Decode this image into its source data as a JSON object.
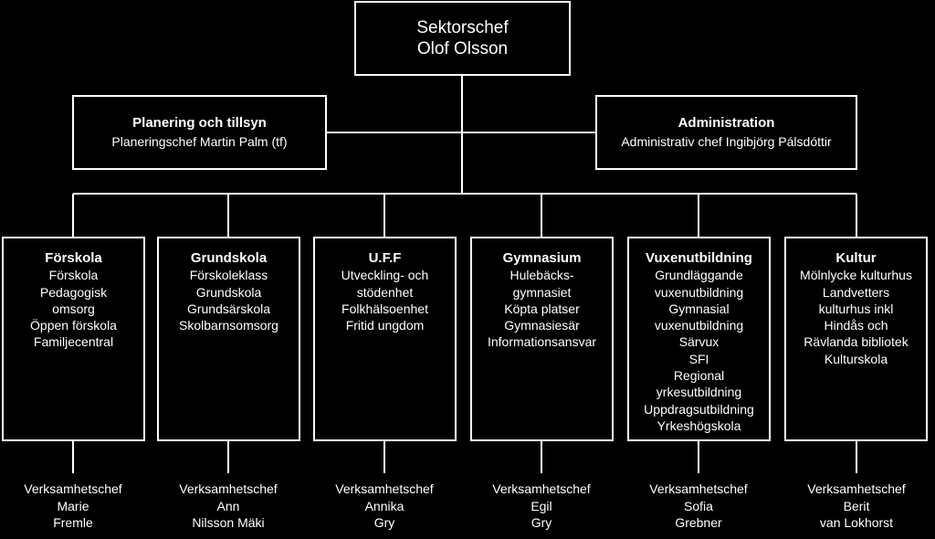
{
  "top": {
    "title": "Sektorschef",
    "name": "Olof Olsson"
  },
  "staff": [
    {
      "title": "Planering och tillsyn",
      "subtitle": "Planeringschef Martin Palm (tf)"
    },
    {
      "title": "Administration",
      "subtitle": "Administrativ chef Ingibjörg Pálsdóttir"
    }
  ],
  "departments": [
    {
      "title": "Förskola",
      "items": [
        "Förskola",
        "Pedagogisk",
        "omsorg",
        "Öppen förskola",
        "Familjecentral"
      ],
      "chief": {
        "role": "Verksamhetschef",
        "line1": "Marie",
        "line2": "Fremle"
      }
    },
    {
      "title": "Grundskola",
      "items": [
        "Förskoleklass",
        "Grundskola",
        "Grundsärskola",
        "Skolbarnsomsorg"
      ],
      "chief": {
        "role": "Verksamhetschef",
        "line1": "Ann",
        "line2": "Nilsson Mäki"
      }
    },
    {
      "title": "U.F.F",
      "items": [
        "Utveckling- och",
        "stödenhet",
        "Folkhälsoenhet",
        "Fritid ungdom"
      ],
      "chief": {
        "role": "Verksamhetschef",
        "line1": "Annika",
        "line2": "Gry"
      }
    },
    {
      "title": "Gymnasium",
      "items": [
        "Hulebäcks-",
        "gymnasiet",
        "Köpta platser",
        "Gymnasiesär",
        "Informationsansvar"
      ],
      "chief": {
        "role": "Verksamhetschef",
        "line1": "Egil",
        "line2": "Gry"
      }
    },
    {
      "title": "Vuxenutbildning",
      "items": [
        "Grundläggande",
        "vuxenutbildning",
        "Gymnasial",
        "vuxenutbildning",
        "Särvux",
        "SFI",
        "Regional",
        "yrkesutbildning",
        "Uppdragsutbildning",
        "Yrkeshögskola"
      ],
      "chief": {
        "role": "Verksamhetschef",
        "line1": "Sofia",
        "line2": "Grebner"
      }
    },
    {
      "title": "Kultur",
      "items": [
        "Mölnlycke kulturhus",
        "Landvetters",
        "kulturhus inkl",
        "Hindås och",
        "Rävlanda bibliotek",
        "Kulturskola"
      ],
      "chief": {
        "role": "Verksamhetschef",
        "line1": "Berit",
        "line2": "van Lokhorst"
      }
    }
  ]
}
